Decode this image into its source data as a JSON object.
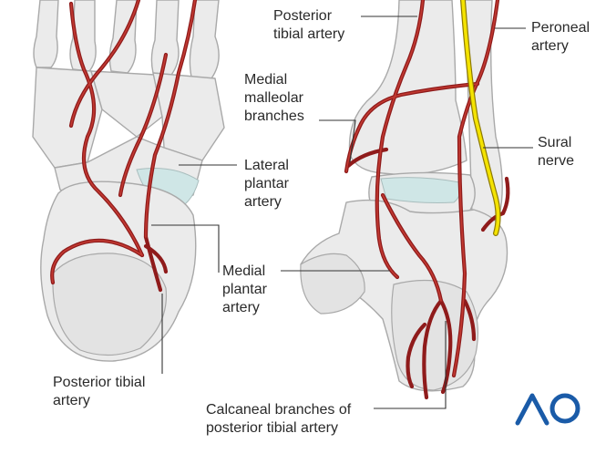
{
  "labels": {
    "posterior_tibial_top": [
      "Posterior",
      "tibial artery"
    ],
    "peroneal": [
      "Peroneal",
      "artery"
    ],
    "medial_malleolar": [
      "Medial",
      "malleolar",
      "branches"
    ],
    "sural": [
      "Sural",
      "nerve"
    ],
    "lateral_plantar": [
      "Lateral",
      "plantar",
      "artery"
    ],
    "medial_plantar": [
      "Medial",
      "plantar",
      "artery"
    ],
    "posterior_tibial_bottom": [
      "Posterior tibial",
      "artery"
    ],
    "calcaneal": [
      "Calcaneal branches of",
      "posterior tibial artery"
    ]
  },
  "logo": "AO",
  "colors": {
    "artery": "#8f1b1b",
    "nerve": "#f4e300",
    "bone": "#ebebeb",
    "cartilage": "#cfe6e6",
    "logo": "#1a5ba8"
  }
}
